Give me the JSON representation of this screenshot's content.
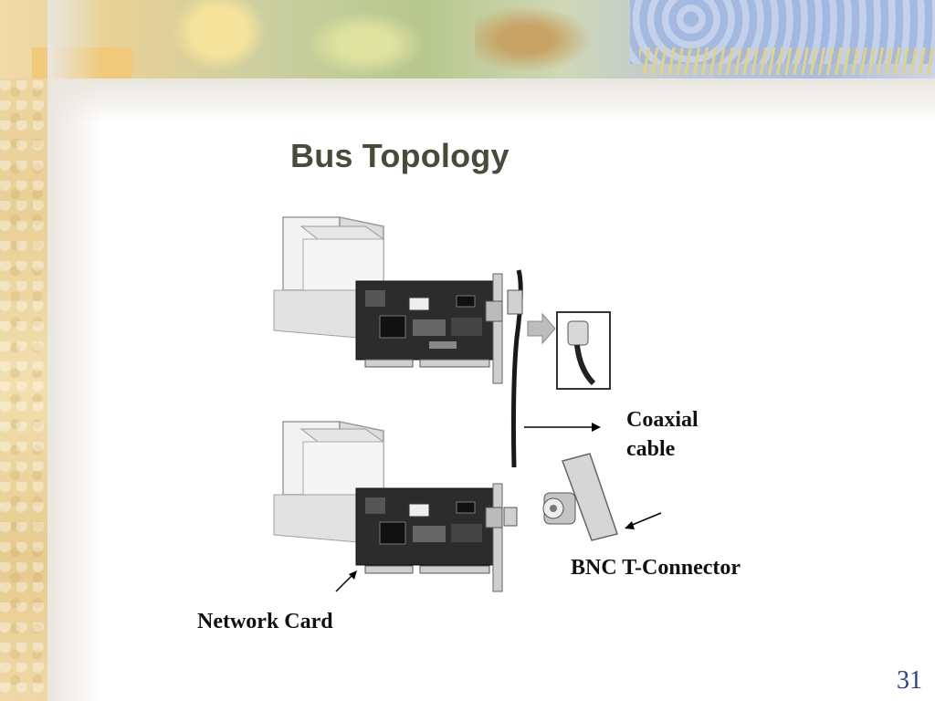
{
  "slide": {
    "title": "Bus Topology",
    "number": "31"
  },
  "labels": {
    "coaxial_line1": "Coaxial",
    "coaxial_line2": "cable",
    "bnc_connector": "BNC T-Connector",
    "network_card": "Network Card"
  },
  "colors": {
    "title": "#4a4a3a",
    "slide_number": "#2b3f91",
    "label": "#111111"
  }
}
